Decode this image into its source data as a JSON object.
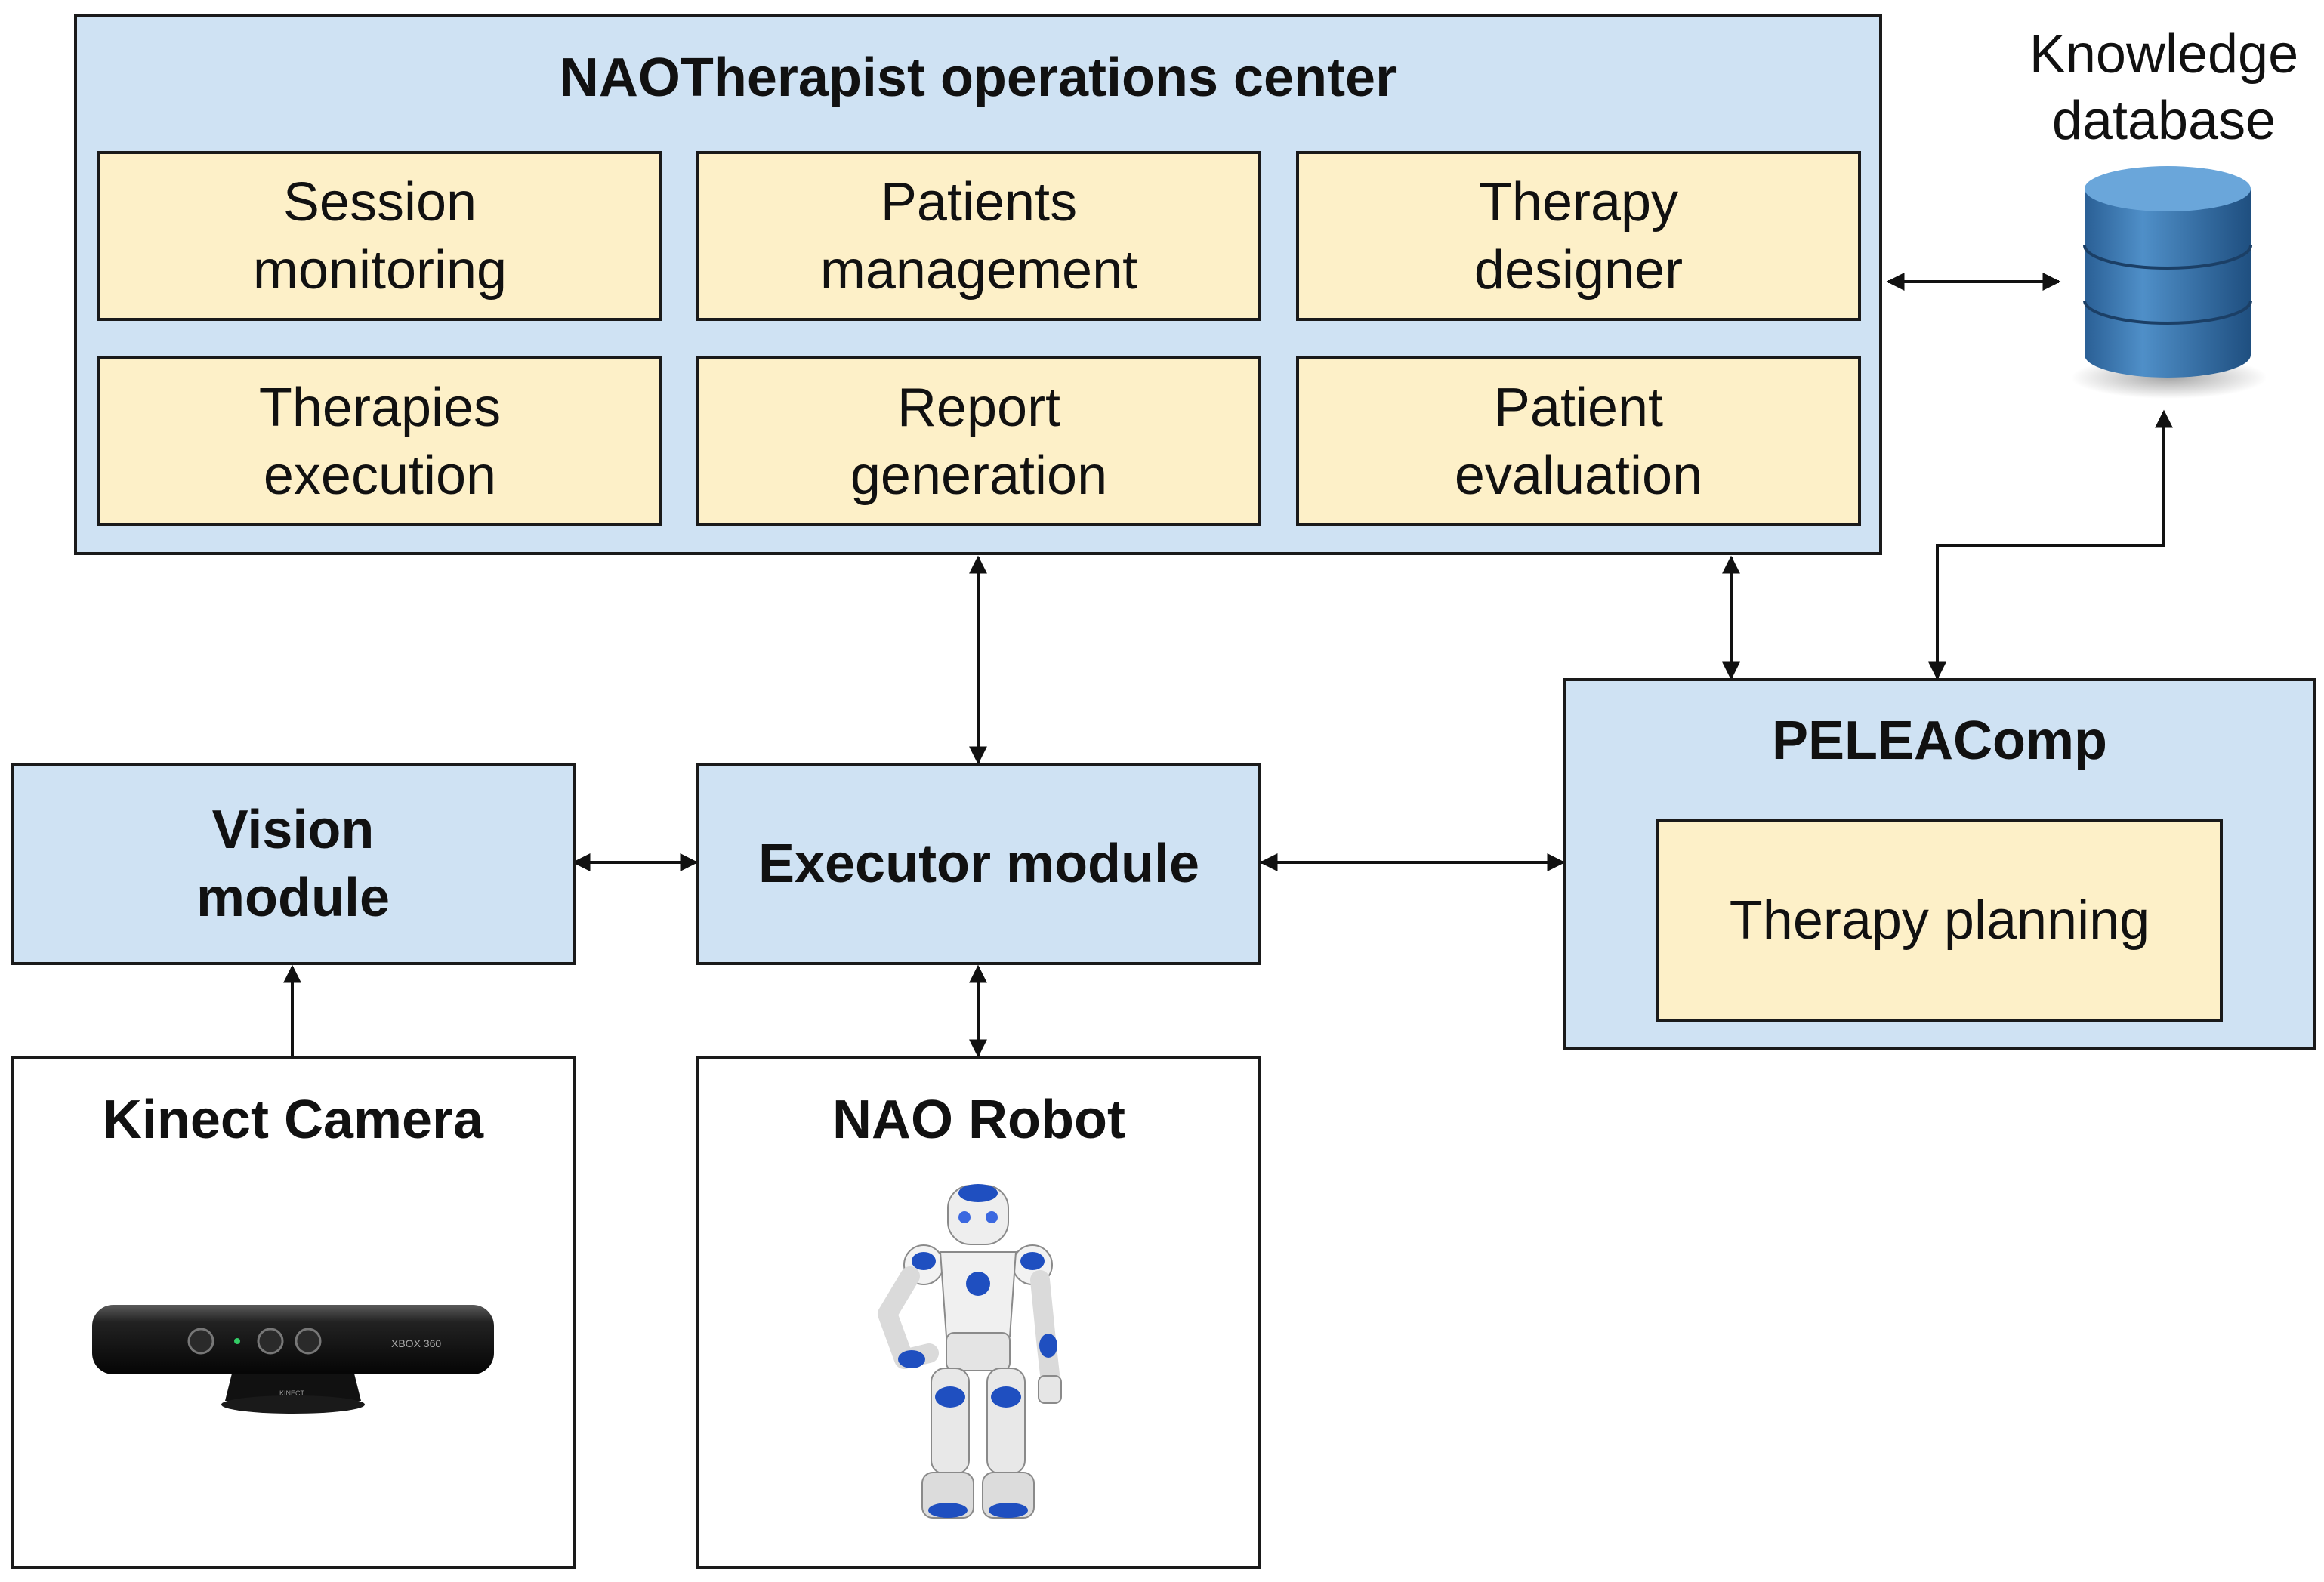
{
  "ops_center": {
    "title": "NAOTherapist operations center",
    "modules": [
      {
        "label": "Session\nmonitoring"
      },
      {
        "label": "Patients\nmanagement"
      },
      {
        "label": "Therapy\ndesigner"
      },
      {
        "label": "Therapies\nexecution"
      },
      {
        "label": "Report\ngeneration"
      },
      {
        "label": "Patient\nevaluation"
      }
    ]
  },
  "knowledge_db": {
    "label": "Knowledge\ndatabase"
  },
  "vision": {
    "label": "Vision\nmodule"
  },
  "executor": {
    "label": "Executor module"
  },
  "peleacomp": {
    "title": "PELEAComp",
    "planning": "Therapy planning"
  },
  "kinect": {
    "title": "Kinect Camera",
    "device_text_1": "XBOX 360",
    "device_text_2": "KINECT"
  },
  "nao": {
    "title": "NAO Robot"
  },
  "colors": {
    "blue_box": "#cfe2f3",
    "yellow_box": "#fdf0c8",
    "db": "#3a78b0",
    "robot_accent": "#1f4fc0"
  }
}
